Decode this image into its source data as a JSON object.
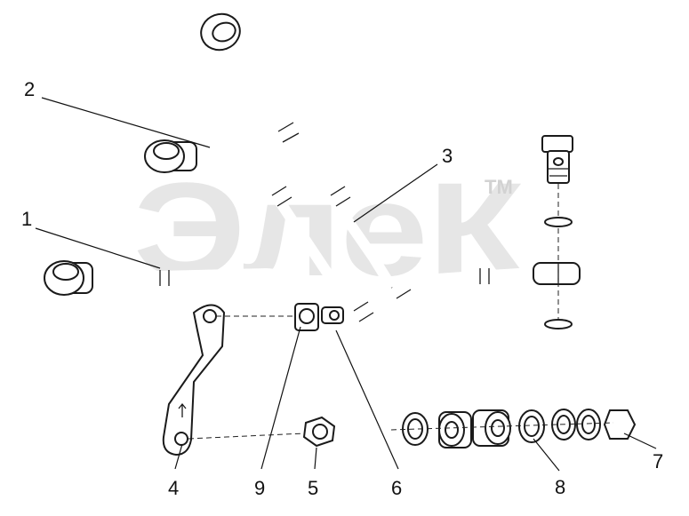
{
  "watermark": {
    "text": "ЭлеК",
    "trademark": "TM"
  },
  "callouts": [
    {
      "id": "1",
      "label": "1"
    },
    {
      "id": "2",
      "label": "2"
    },
    {
      "id": "3",
      "label": "3"
    },
    {
      "id": "4",
      "label": "4"
    },
    {
      "id": "5",
      "label": "5"
    },
    {
      "id": "6",
      "label": "6"
    },
    {
      "id": "7",
      "label": "7"
    },
    {
      "id": "8",
      "label": "8"
    },
    {
      "id": "9",
      "label": "9"
    }
  ],
  "colors": {
    "line": "#1a1a1a",
    "watermark": "#e6e6e6",
    "background": "#ffffff"
  }
}
